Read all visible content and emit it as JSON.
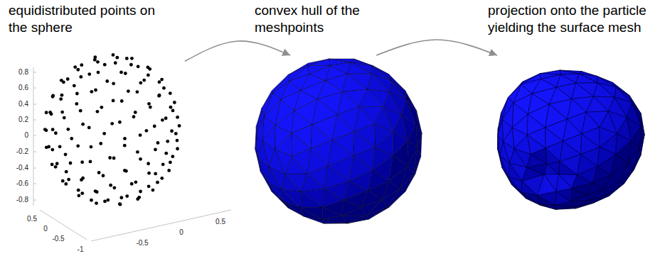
{
  "diagram": {
    "nodes": [
      {
        "text": [
          "equidistributed points on the sphere"
        ]
      },
      {
        "text": [
          "convex hull of the meshpoints"
        ]
      },
      {
        "text": [
          "projection onto the particle yielding the surface mesh"
        ]
      }
    ],
    "edges": [
      {
        "from": 0,
        "to": 1,
        "arrow": "to"
      },
      {
        "from": 1,
        "to": 2,
        "arrow": "to"
      }
    ],
    "labels": [
      "0.8",
      "0.6",
      "0.4",
      "0.2",
      "0",
      "-0.2",
      "-0.4",
      "-0.6",
      "-0.8",
      "0.5",
      "0",
      "-0.5",
      "-1",
      "-0.5",
      "0",
      "0.5"
    ]
  }
}
